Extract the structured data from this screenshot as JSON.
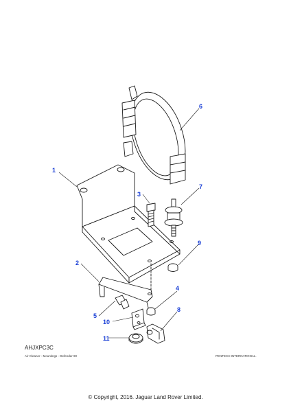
{
  "diagram": {
    "code": "AHJXPC3C",
    "caption_left": "Air Cleaner - Mountings - Defender 90",
    "caption_right": "PENTECH INTERNATIONAL.",
    "copyright": "© Copyright, 2016. Jaguar Land Rover Limited.",
    "callout_color": "#1a3fd6",
    "callouts": [
      "1",
      "2",
      "3",
      "4",
      "5",
      "6",
      "7",
      "8",
      "9",
      "10",
      "11"
    ]
  }
}
